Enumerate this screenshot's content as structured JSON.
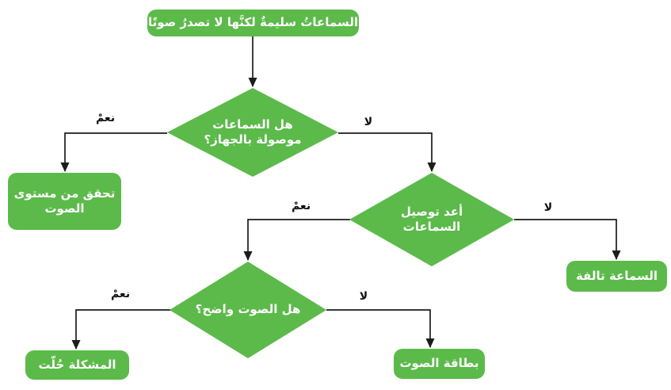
{
  "colors": {
    "node_fill": "#5cba4a",
    "node_text": "#ffffff",
    "connector": "#1c1c1c",
    "edge_label_text": "#111111",
    "background": "#ffffff"
  },
  "nodes": {
    "start": {
      "label": "السماعاتُ سليمةٌ لكنَّها لا تصدرُ صوتًا"
    },
    "q_connected": {
      "line1": "هل السماعات",
      "line2": "موصولة بالجهاز؟"
    },
    "check_volume": {
      "line1": "تحقق من مستوى",
      "line2": "الصوت"
    },
    "q_reconnect": {
      "line1": "أعد توصيل",
      "line2": "السماعات"
    },
    "speaker_damaged": {
      "label": "السماعة تالفة"
    },
    "q_sound_clear": {
      "label": "هل الصوت واضح؟"
    },
    "problem_solved": {
      "label": "المشكلة حُلّت"
    },
    "sound_card": {
      "label": "بطاقة الصوت"
    }
  },
  "edges": {
    "connected_yes": "نعمْ",
    "connected_no": "لا",
    "reconnect_yes": "نعمْ",
    "reconnect_no": "لا",
    "sound_clear_yes": "نعمْ",
    "sound_clear_no": "لا"
  }
}
